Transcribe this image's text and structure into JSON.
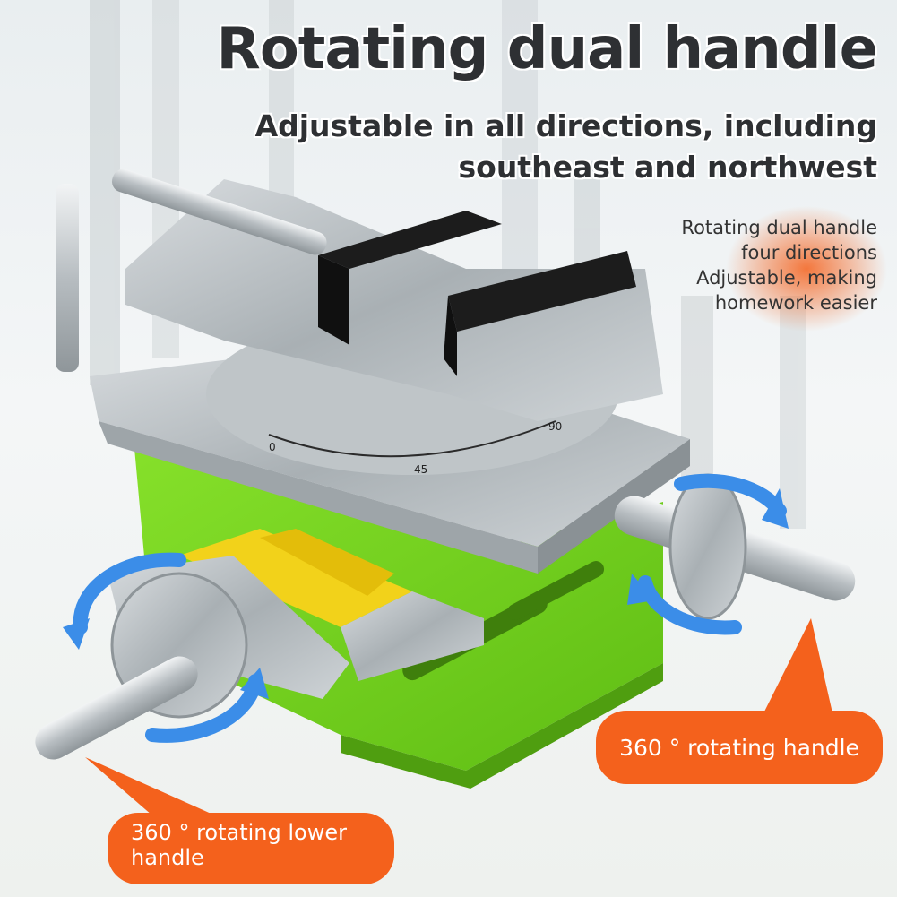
{
  "title": "Rotating dual handle",
  "subtitle": {
    "line1": "Adjustable in all directions, including",
    "line2": "southeast and northwest"
  },
  "note": {
    "line1": "Rotating dual handle",
    "line2": "four directions",
    "line3": "Adjustable, making",
    "line4": "homework easier"
  },
  "callouts": {
    "right": "360 ° rotating handle",
    "left_line1": "360 ° rotating lower",
    "left_line2": "handle"
  },
  "scale": {
    "zero": "0",
    "fortyfive": "45",
    "ninety": "90"
  },
  "colors": {
    "accent_orange": "#f4611c",
    "base_green": "#72d21c",
    "arrow_blue": "#3b8de8",
    "yellow_cover": "#f2d21a"
  },
  "icons": [
    "rotate-arrow-icon"
  ]
}
